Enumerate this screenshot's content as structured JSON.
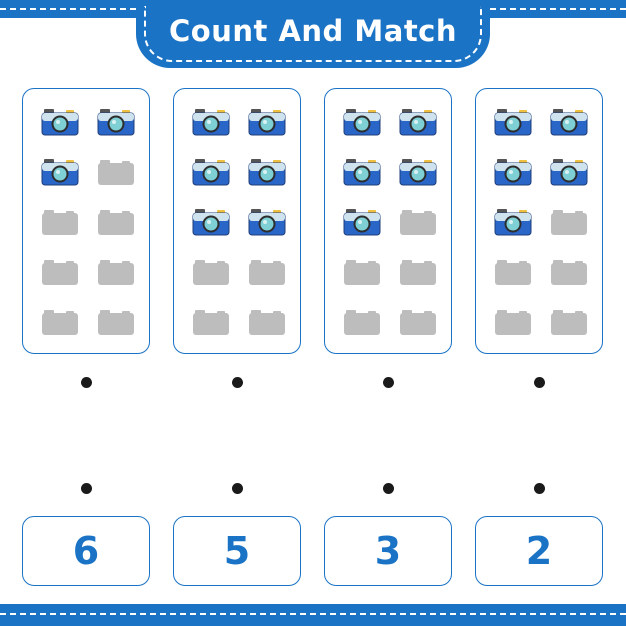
{
  "title": "Count And Match",
  "colors": {
    "accent": "#1b73c5",
    "camera_body": "#2a66c7",
    "camera_lens": "#7fd0d4",
    "camera_top": "#cfe3ef",
    "placeholder": "#bdbdbd"
  },
  "panels": [
    {
      "camera_count": 3
    },
    {
      "camera_count": 6
    },
    {
      "camera_count": 5
    },
    {
      "camera_count": 5
    }
  ],
  "answers": [
    "6",
    "5",
    "3",
    "2"
  ],
  "icon": "camera-icon"
}
